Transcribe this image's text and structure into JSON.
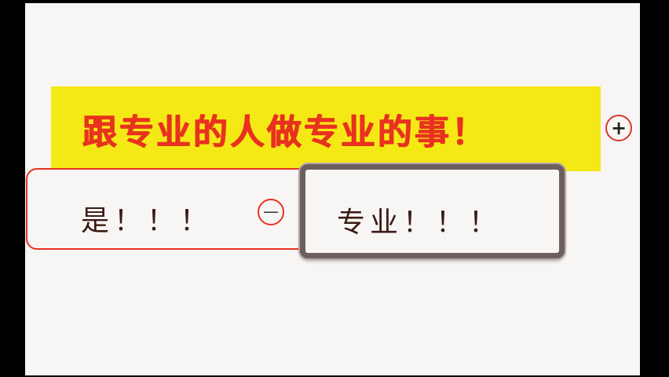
{
  "mindmap": {
    "root_label": "跟专业的人做专业的事！",
    "expand_symbol": "+",
    "collapse_symbol": "—",
    "children": [
      {
        "label": "是！！！"
      },
      {
        "label": "专业！！！"
      }
    ]
  },
  "colors": {
    "root_background": "#f5e915",
    "root_text": "#e8321f",
    "accent_border": "#e8321f",
    "selected_border": "#6e5f5f",
    "canvas_background": "#f8f6f5"
  },
  "icons": [
    "expand-icon",
    "collapse-icon"
  ]
}
